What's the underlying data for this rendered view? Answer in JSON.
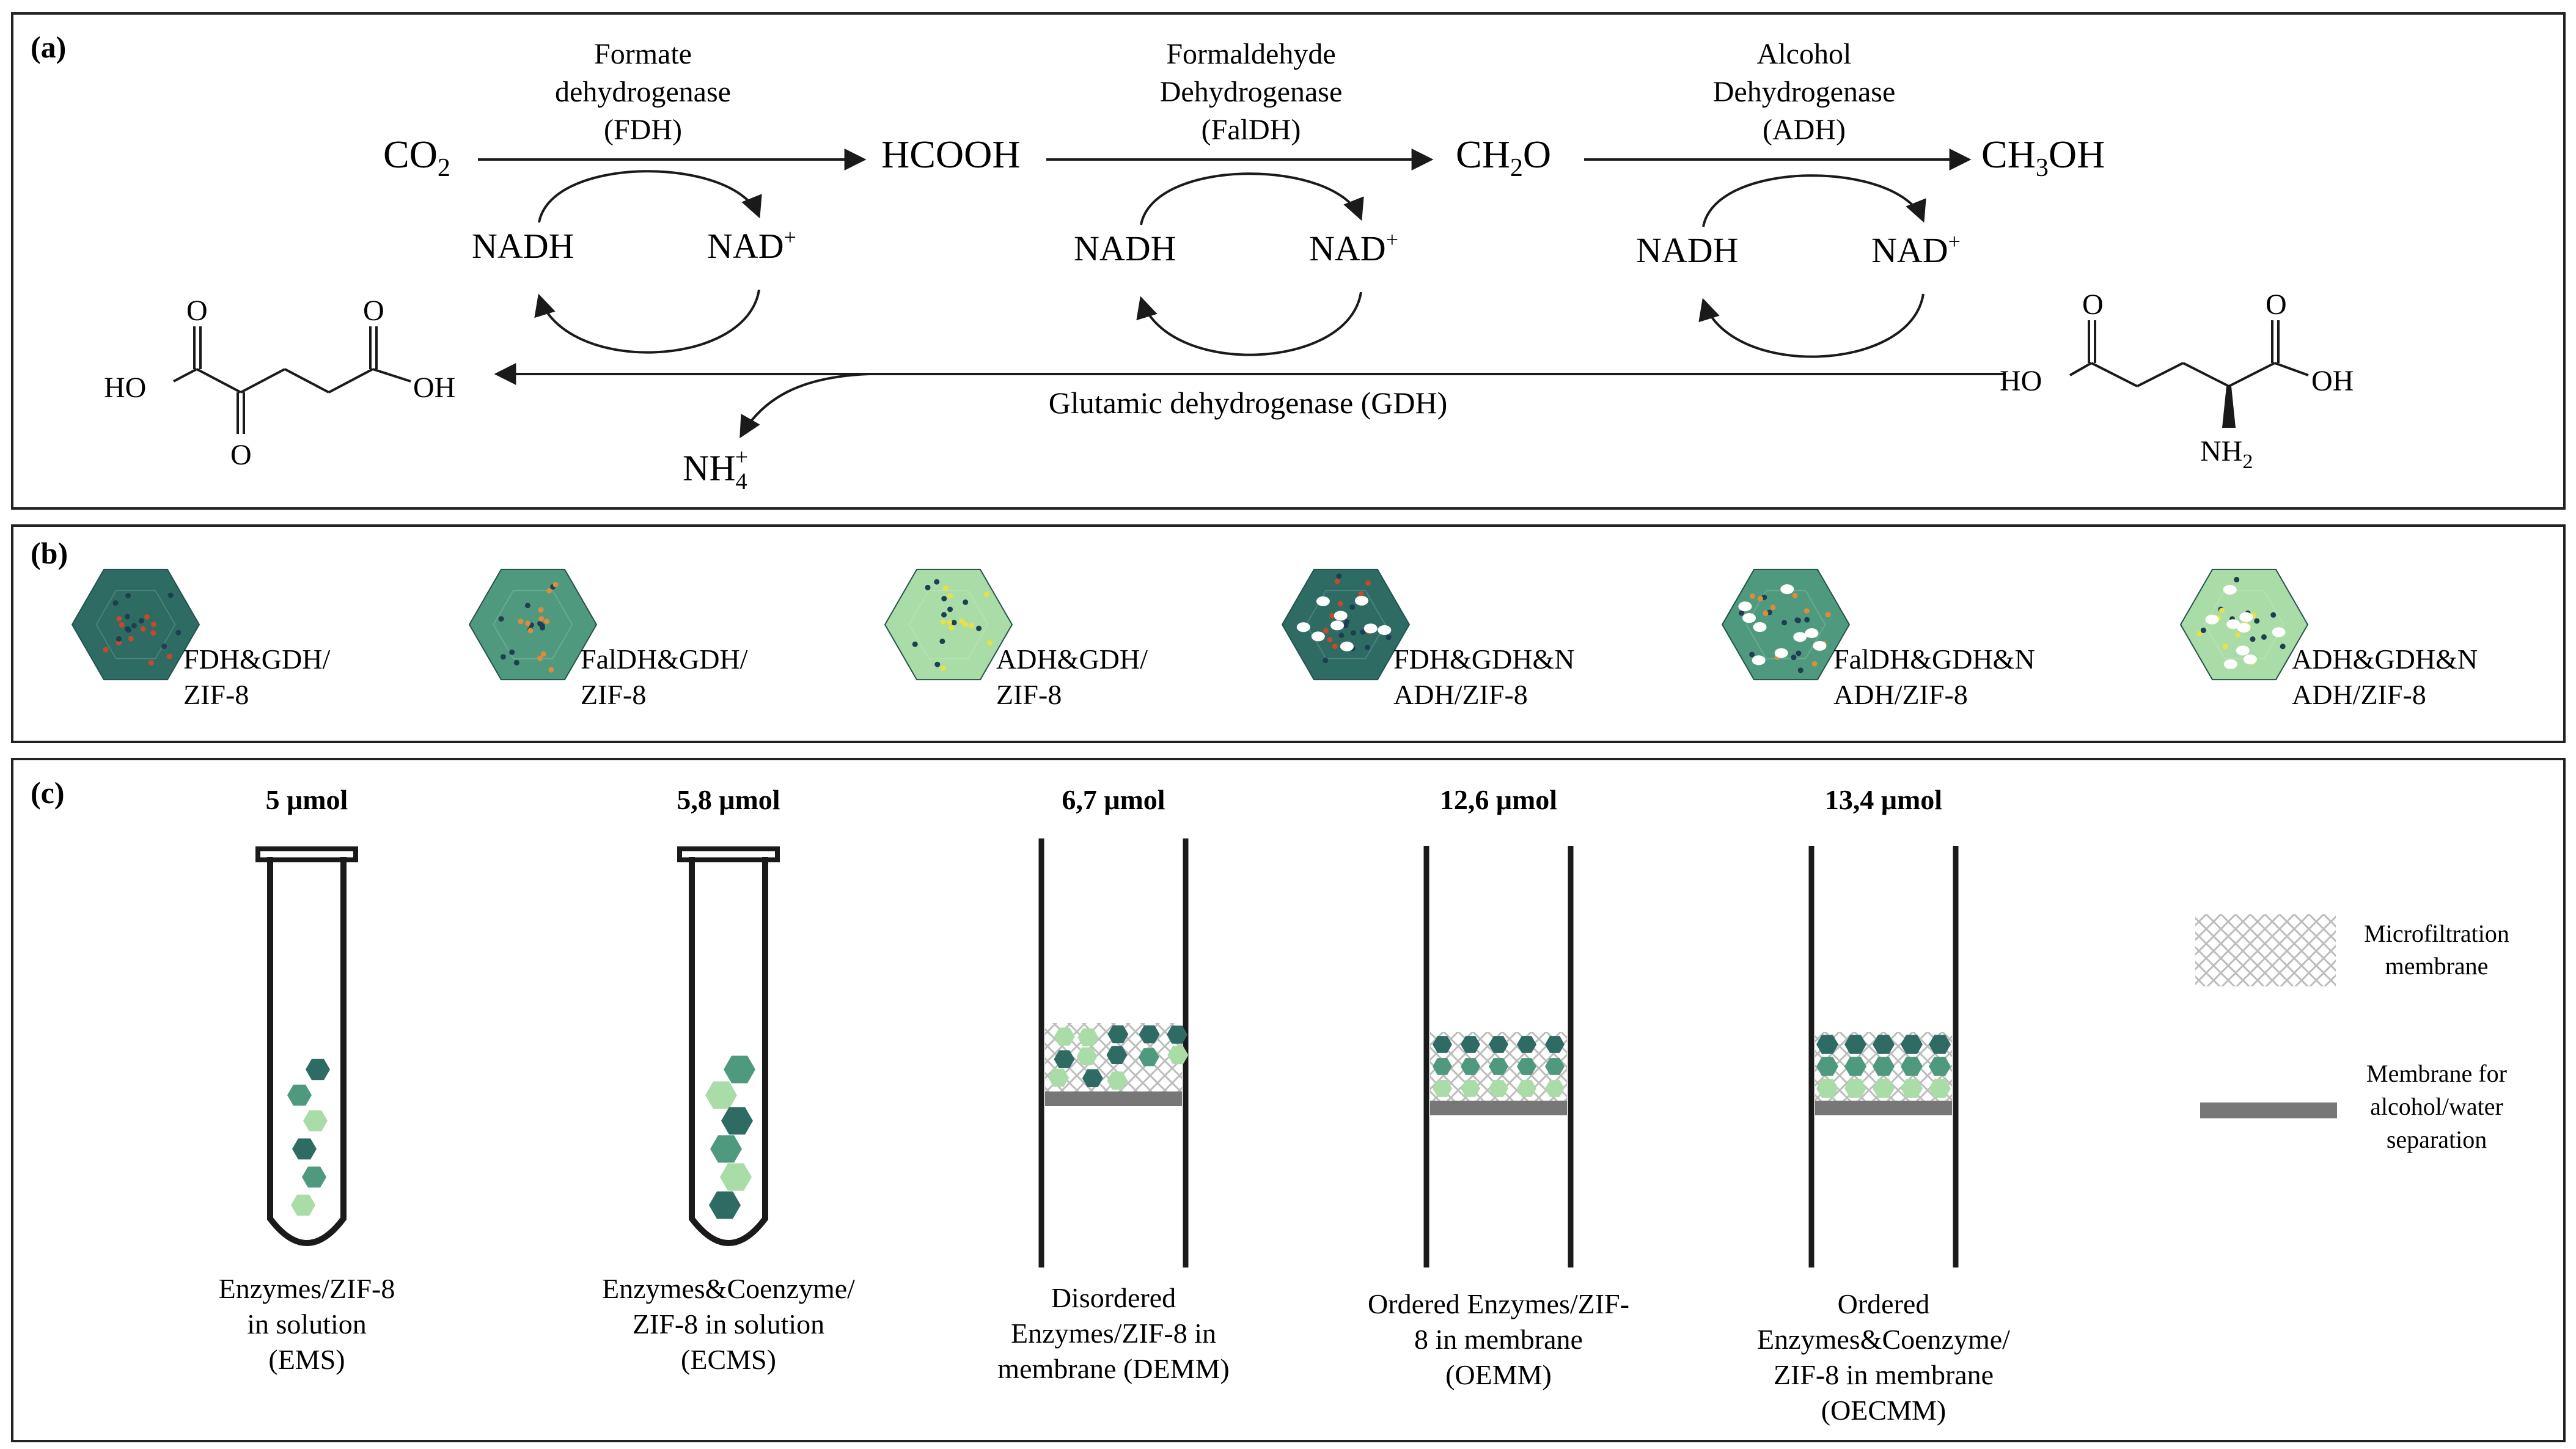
{
  "colors": {
    "dark_teal": "#2e6b63",
    "mid_green": "#4f9a7e",
    "light_green": "#a9dca6",
    "membrane_gray": "#777777",
    "dot_red": "#c44a2a",
    "dot_orange": "#e08a3c",
    "dot_dark": "#1d3f52",
    "dot_yellow": "#e8e04a"
  },
  "panel_a": {
    "label": "(a)",
    "enzymes": [
      {
        "line1": "Formate",
        "line2": "dehydrogenase",
        "line3": "(FDH)"
      },
      {
        "line1": "Formaldehyde",
        "line2": "Dehydrogenase",
        "line3": "(FalDH)"
      },
      {
        "line1": "Alcohol",
        "line2": "Dehydrogenase",
        "line3": "(ADH)"
      }
    ],
    "species": {
      "co2_main": "CO",
      "co2_sub": "2",
      "hcooh": "HCOOH",
      "ch2o_a": "CH",
      "ch2o_sub": "2",
      "ch2o_b": "O",
      "ch3oh_a": "CH",
      "ch3oh_sub": "3",
      "ch3oh_b": "OH"
    },
    "cofactors": {
      "nadh": "NADH",
      "nad": "NAD",
      "nad_sup": "+"
    },
    "gdh": "Glutamic dehydrogenase (GDH)",
    "ammonium": {
      "main": "NH",
      "sub": "4",
      "sup": "+"
    },
    "mol_left": {
      "o1": "O",
      "o2": "O",
      "o3": "O",
      "ho": "HO",
      "oh": "OH"
    },
    "mol_right": {
      "o1": "O",
      "o2": "O",
      "ho": "HO",
      "oh": "OH",
      "nh": "NH",
      "nh_sub": "2"
    }
  },
  "panel_b": {
    "label": "(b)",
    "particles": [
      {
        "line1": "FDH&GDH/",
        "line2": "ZIF-8",
        "body": "dark_teal",
        "dots": "dot_red",
        "holes": false
      },
      {
        "line1": "FalDH&GDH/",
        "line2": "ZIF-8",
        "body": "mid_green",
        "dots": "dot_orange",
        "holes": false
      },
      {
        "line1": "ADH&GDH/",
        "line2": "ZIF-8",
        "body": "light_green",
        "dots": "dot_yellow",
        "holes": false
      },
      {
        "line1": "FDH&GDH&N",
        "line2": "ADH/ZIF-8",
        "body": "dark_teal",
        "dots": "dot_red",
        "holes": true
      },
      {
        "line1": "FalDH&GDH&N",
        "line2": "ADH/ZIF-8",
        "body": "mid_green",
        "dots": "dot_orange",
        "holes": true
      },
      {
        "line1": "ADH&GDH&N",
        "line2": "ADH/ZIF-8",
        "body": "light_green",
        "dots": "dot_yellow",
        "holes": true
      }
    ]
  },
  "panel_c": {
    "label": "(c)",
    "amounts": [
      "5 μmol",
      "5,8 μmol",
      "6,7 μmol",
      "12,6 μmol",
      "13,4 μmol"
    ],
    "captions": [
      [
        "Enzymes/ZIF-8",
        "in solution",
        "(EMS)"
      ],
      [
        "Enzymes&Coenzyme/",
        "ZIF-8 in solution",
        "(ECMS)"
      ],
      [
        "Disordered",
        "Enzymes/ZIF-8 in",
        "membrane (DEMM)"
      ],
      [
        "Ordered Enzymes/ZIF-",
        "8 in membrane",
        "(OEMM)"
      ],
      [
        "Ordered",
        "Enzymes&Coenzyme/",
        "ZIF-8 in membrane",
        "(OECMM)"
      ]
    ],
    "legend": {
      "microfiltration": [
        "Microfiltration",
        "membrane"
      ],
      "separation": [
        "Membrane for",
        "alcohol/water",
        "separation"
      ]
    }
  }
}
